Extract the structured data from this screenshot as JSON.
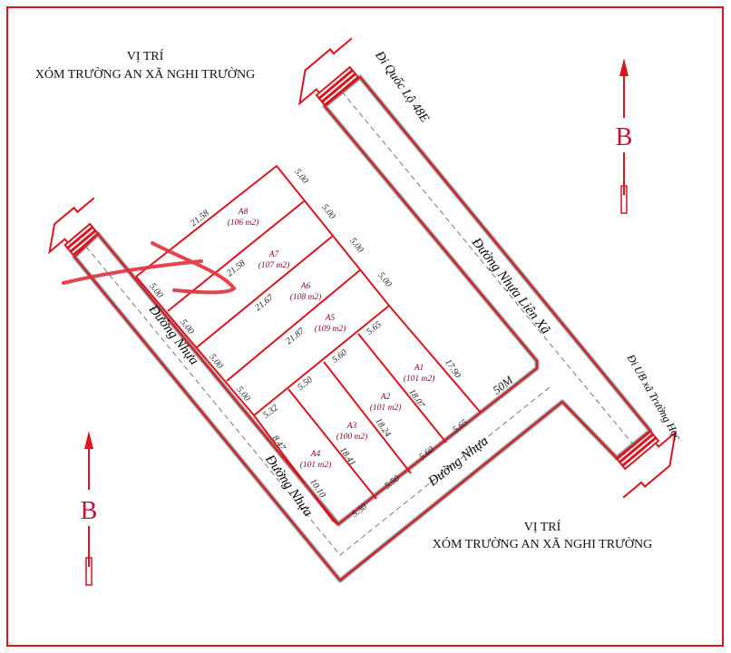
{
  "location_top": {
    "line1": "VỊ TRÍ",
    "line2": "XÓM TRƯỜNG AN XÃ NGHI TRƯỜNG"
  },
  "location_bottom": {
    "line1": "VỊ TRÍ",
    "line2": "XÓM TRƯỜNG AN XÃ NGHI TRƯỜNG"
  },
  "directions": {
    "north_road": "Đi Quốc Lộ 48E",
    "east_road": "Đi UB xã Trường Học"
  },
  "roads": {
    "main": "Đường Nhựa Liên Xã",
    "left_upper": "Đường Nhựa",
    "left_lower": "Đường Nhựa",
    "bottom": "Đường Nhựa",
    "width_label": "50M"
  },
  "compass": {
    "top": "B",
    "bottom": "B"
  },
  "colors": {
    "line": "#d9151f",
    "lot_label": "#8a1020",
    "road_edge_shadow": "#9a9a9a"
  },
  "lots": [
    {
      "name": "A1",
      "area": "(101 m2)"
    },
    {
      "name": "A2",
      "area": "(101 m2)"
    },
    {
      "name": "A3",
      "area": "(100 m2)"
    },
    {
      "name": "A4",
      "area": "(101 m2)"
    },
    {
      "name": "A5",
      "area": "(109 m2)"
    },
    {
      "name": "A6",
      "area": "(108 m2)"
    },
    {
      "name": "A7",
      "area": "(107 m2)"
    },
    {
      "name": "A8",
      "area": "(106 m2)"
    }
  ],
  "dimensions": {
    "right_edge": [
      "5.00",
      "5.00",
      "5.00",
      "5.00"
    ],
    "left_edge": [
      "5.00",
      "5.00",
      "5.00",
      "5.00"
    ],
    "long_edges": [
      "21.58",
      "21.58",
      "21.67",
      "21.87"
    ],
    "top_widths": [
      "5.65",
      "5.60",
      "5.50",
      "5.32"
    ],
    "bottom_widths": [
      "5.65",
      "5.60",
      "5.50",
      "5.30"
    ],
    "depths": [
      "17.90",
      "18.07",
      "18.24",
      "18.41"
    ],
    "a4_left": [
      "8.47",
      "10.10"
    ]
  }
}
